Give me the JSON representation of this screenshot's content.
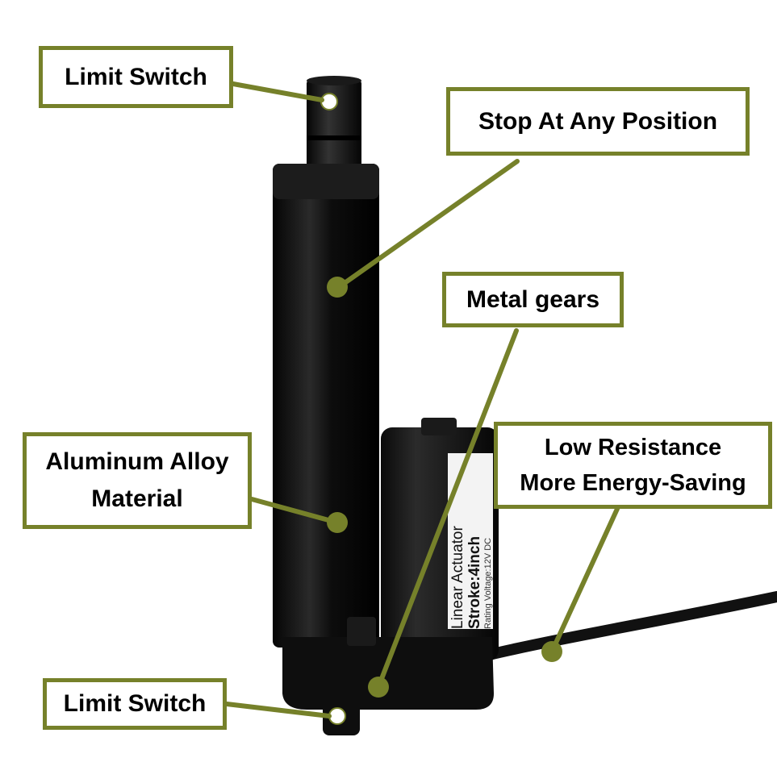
{
  "callouts": {
    "limit_switch_top": "Limit Switch",
    "stop_at_any_position": "Stop At Any Position",
    "metal_gears": "Metal gears",
    "aluminum_alloy_line1": "Aluminum Alloy",
    "aluminum_alloy_line2": "Material",
    "low_resistance_line1": "Low Resistance",
    "low_resistance_line2": "More Energy-Saving",
    "limit_switch_bottom": "Limit Switch"
  },
  "motor_label": {
    "line1": "Linear  Actuator",
    "line2": "Stroke:4inch",
    "line3": "Rating Voltage:12V DC"
  },
  "colors": {
    "accent": "#76812a",
    "product": "#111111",
    "background": "#ffffff"
  }
}
